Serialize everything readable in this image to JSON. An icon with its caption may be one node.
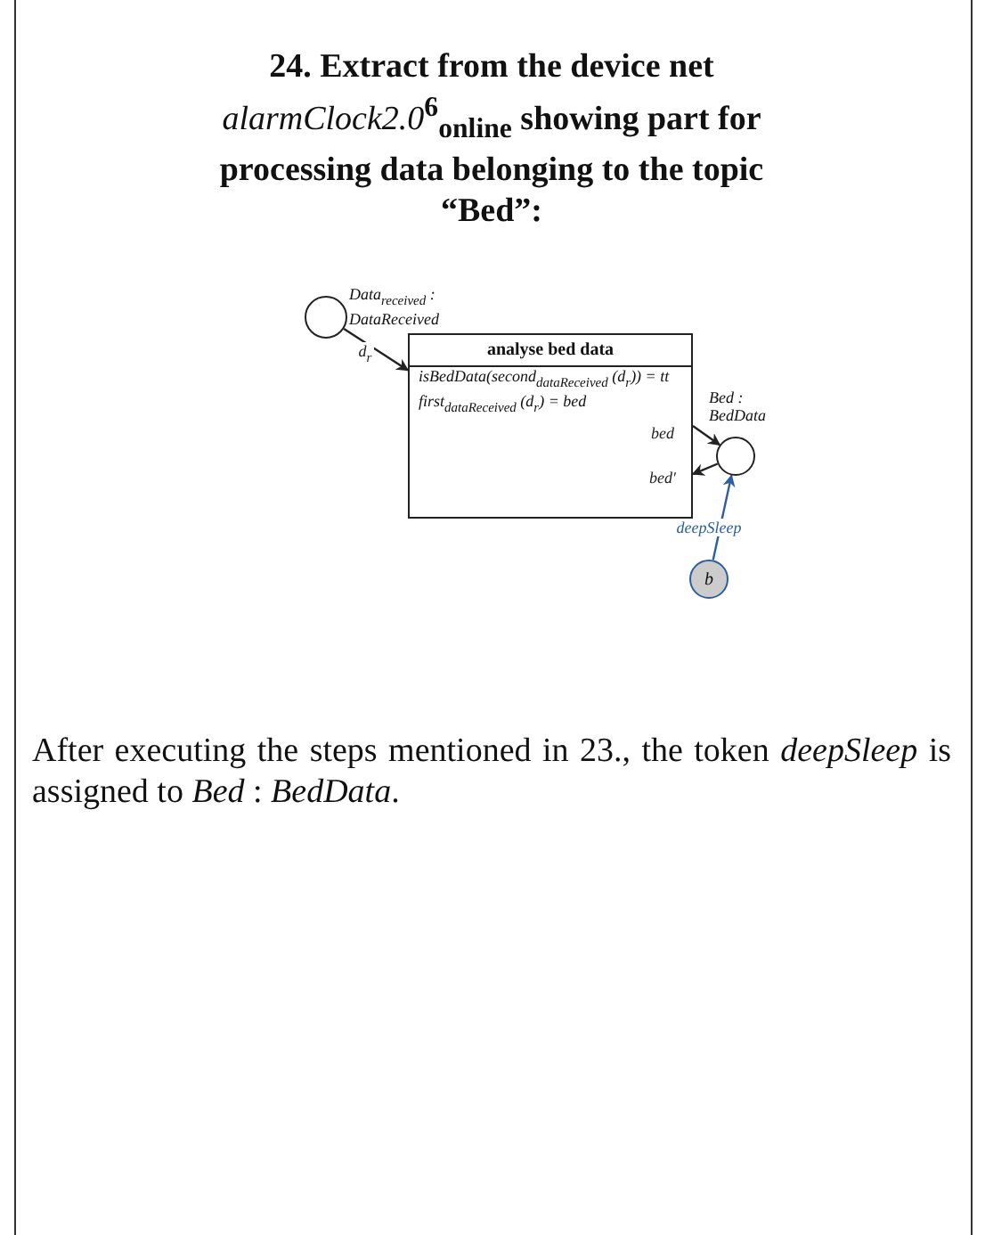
{
  "diagram": {
    "title": "24. Extract from the device net *alarmClock2.0*$^{6}$$_{online}$ showing part for processing data belonging to the topic “Bed”:",
    "caption": "After executing the steps mentioned in 23., the token *deepSleep* is assigned to *Bed* : *BedData*.",
    "nodes": [
      {
        "text": [],
        "shape": "circle",
        "beside": [
          "Data$_{received}$ : DataReceived"
        ]
      },
      {
        "text": [
          "analyse bed data",
          "isBedData(second$_{dataReceived}$ (d$_{r}$)) = tt",
          "first$_{dataReceived}$ (d$_{r}$) = bed"
        ]
      },
      {
        "text": [],
        "shape": "circle",
        "beside": [
          "Bed : BedData"
        ]
      },
      {
        "text": [
          "b"
        ]
      }
    ],
    "edges": [
      {
        "from": 0,
        "to": 1,
        "arrow": "to",
        "label": "d$_{r}$"
      },
      {
        "from": 1,
        "to": 2,
        "arrow": "to",
        "label": "bed"
      },
      {
        "from": 2,
        "to": 1,
        "arrow": "to",
        "label": "bed′"
      },
      {
        "from": 3,
        "to": 2,
        "arrow": "to",
        "label": "deepSleep",
        "color": "#2b5f9e"
      }
    ]
  }
}
